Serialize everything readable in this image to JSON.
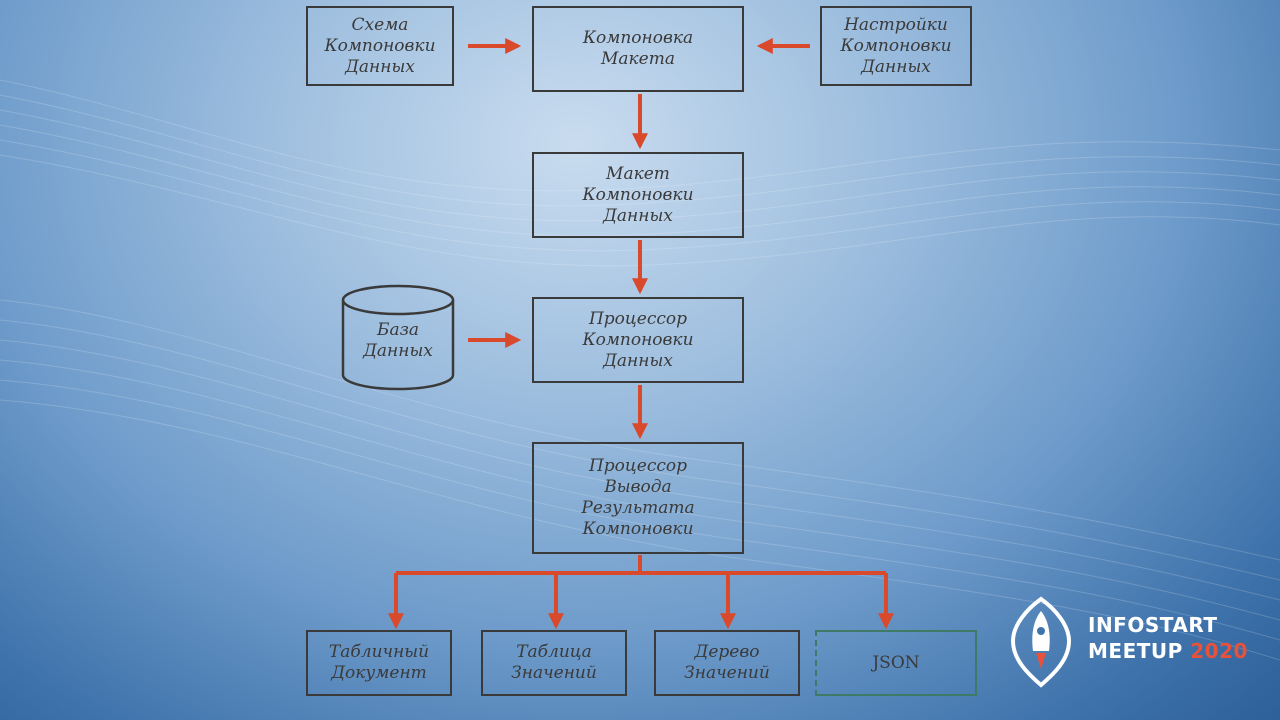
{
  "diagram": {
    "nodes": {
      "schema": "Схема\nКомпоновки\nДанных",
      "composer": "Компоновка\nМакета",
      "settings": "Настройки\nКомпоновки\nДанных",
      "template": "Макет\nКомпоновки\nДанных",
      "database": "База\nДанных",
      "processor": "Процессор\nКомпоновки\nДанных",
      "output_processor": "Процессор\nВывода\nРезультата\nКомпоновки",
      "spreadsheet": "Табличный\nДокумент",
      "value_table": "Таблица\nЗначений",
      "value_tree": "Дерево\nЗначений",
      "json": "JSON"
    },
    "colors": {
      "arrow": "#d9492c",
      "box_border": "#3a3a3a",
      "json_border": "#3f7a67"
    }
  },
  "logo": {
    "line1": "INFOSTART",
    "line2": "MEETUP",
    "year": "2020",
    "icon": "rocket-icon"
  }
}
